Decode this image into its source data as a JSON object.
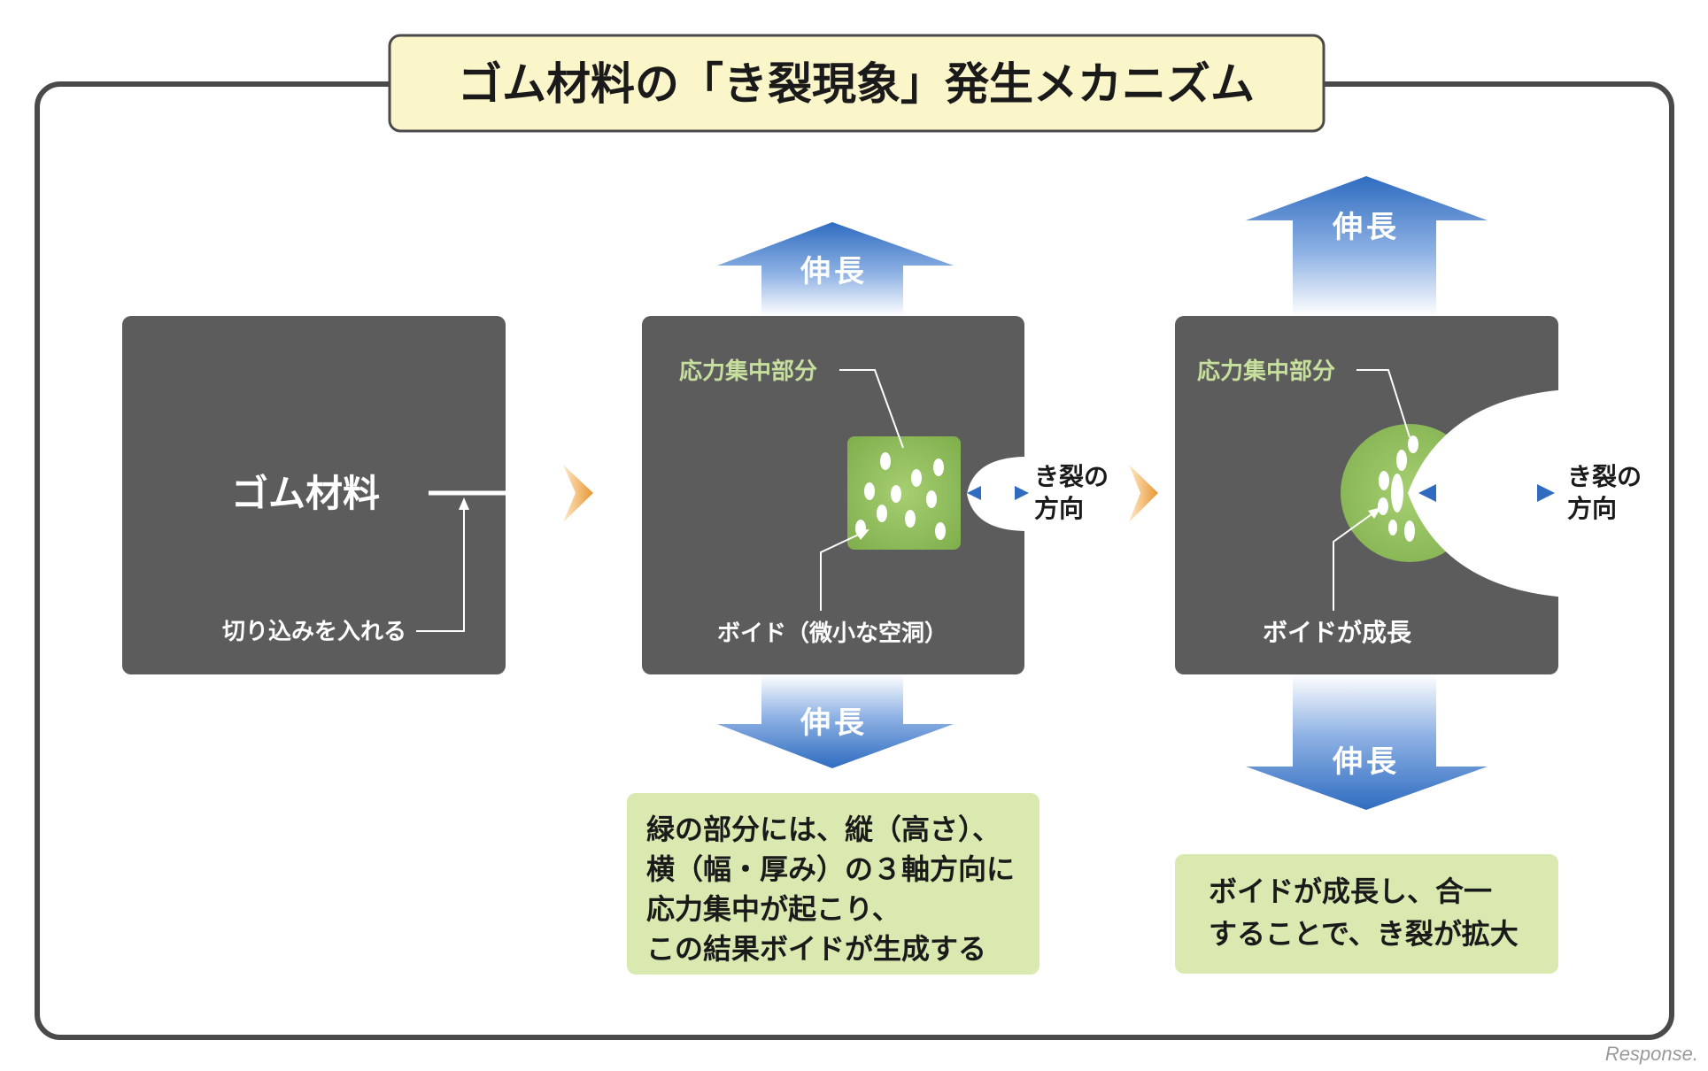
{
  "title": "ゴム材料の「き裂現象」発生メカニズム",
  "stretch_label": "伸長",
  "panel1": {
    "material_label": "ゴム材料",
    "notch_label": "切り込みを入れる"
  },
  "panel2": {
    "stress_label": "応力集中部分",
    "void_label": "ボイド（微小な空洞）",
    "crack_dir_line1": "き裂の",
    "crack_dir_line2": "方向",
    "note_lines": [
      "緑の部分には、縦（高さ）、",
      "横（幅・厚み）の３軸方向に",
      "応力集中が起こり、",
      "この結果ボイドが生成する"
    ]
  },
  "panel3": {
    "stress_label": "応力集中部分",
    "void_label": "ボイドが成長",
    "crack_dir_line1": "き裂の",
    "crack_dir_line2": "方向",
    "note_lines": [
      "ボイドが成長し、合一",
      "することで、き裂が拡大"
    ]
  },
  "watermark": "Response.",
  "colors": {
    "panel": "#5d5c5d",
    "frame": "#4a4a4a",
    "title_bg": "#fbf6c9",
    "green": "#8dba5a",
    "green_text": "#c6df9d",
    "note_bg": "#d9e9b0",
    "arrow_blue": "#2f6cc0",
    "chevron": "#e8962f"
  }
}
